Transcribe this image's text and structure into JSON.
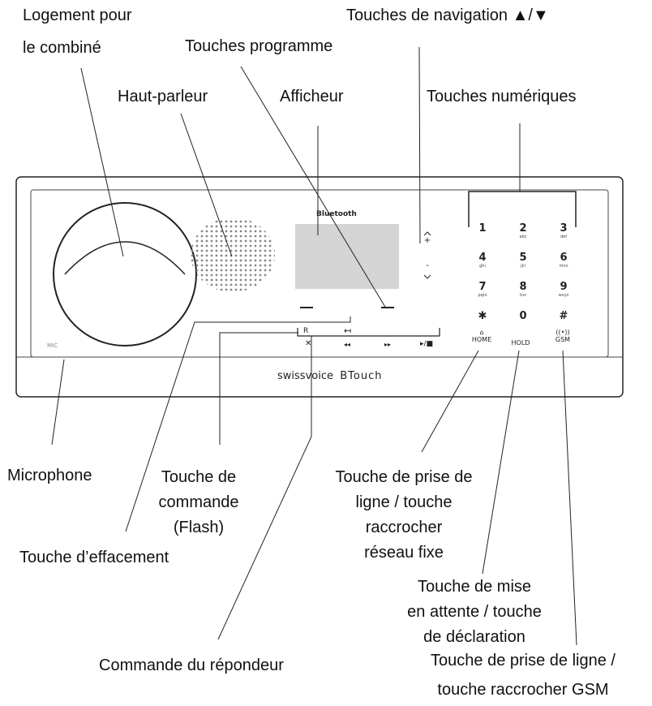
{
  "labels": {
    "handset_slot": [
      "Logement pour",
      "le combiné"
    ],
    "program_keys": "Touches programme",
    "nav_keys": "Touches de navigation ▲/▼",
    "speaker": "Haut-parleur",
    "display": "Afficheur",
    "numeric_keys": "Touches numériques",
    "microphone": "Microphone",
    "flash_key": [
      "Touche de",
      "commande",
      "(Flash)"
    ],
    "delete_key": "Touche d’effacement",
    "landline_key": [
      "Touche de prise de",
      "ligne / touche",
      "raccrocher",
      "réseau fixe"
    ],
    "hold_key": [
      "Touche de mise",
      "en attente / touche",
      "de déclaration"
    ],
    "answering_machine": "Commande du répondeur",
    "gsm_key": [
      "Touche de prise de ligne /",
      "touche raccrocher GSM"
    ]
  },
  "device": {
    "bluetooth": "Bluetooth",
    "mic": "MIC",
    "brand": "swissvoice",
    "model": "BTouch",
    "nav_up": "+",
    "nav_down": "-",
    "keypad": [
      {
        "d": "1",
        "s": ""
      },
      {
        "d": "2",
        "s": "abc"
      },
      {
        "d": "3",
        "s": "def"
      },
      {
        "d": "4",
        "s": "ghi"
      },
      {
        "d": "5",
        "s": "jkl"
      },
      {
        "d": "6",
        "s": "mno"
      },
      {
        "d": "7",
        "s": "pqrs"
      },
      {
        "d": "8",
        "s": "tuv"
      },
      {
        "d": "9",
        "s": "wxyz"
      },
      {
        "d": "✱",
        "s": ""
      },
      {
        "d": "0",
        "s": ""
      },
      {
        "d": "#",
        "s": ""
      }
    ],
    "home": "HOME",
    "hold": "HOLD",
    "gsm": "GSM",
    "r_key": "R",
    "back_key": "↤",
    "delete_icon": "✕",
    "rewind": "◂◂",
    "forward": "▸▸",
    "play_stop": "▸/■"
  }
}
